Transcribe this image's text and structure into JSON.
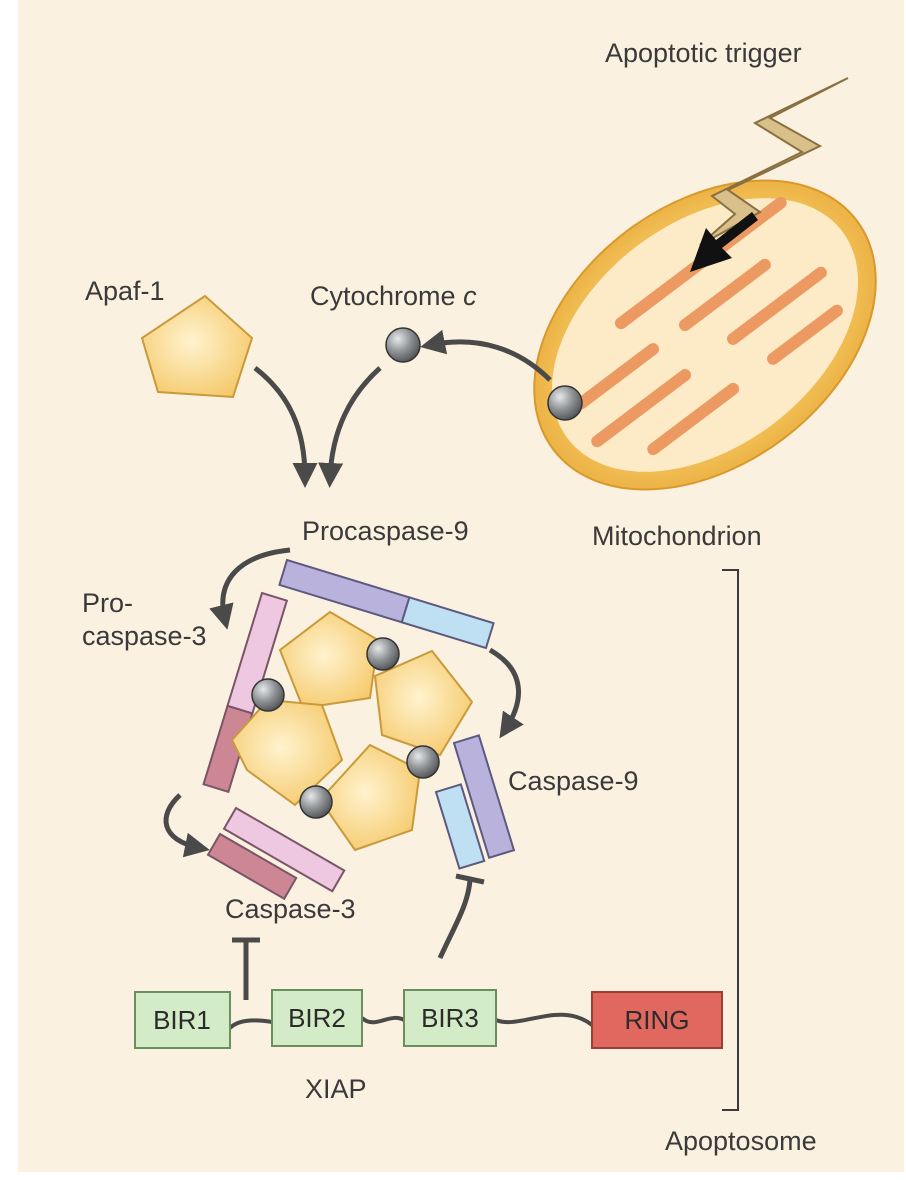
{
  "labels": {
    "apoptotic_trigger": "Apoptotic trigger",
    "apaf1": "Apaf-1",
    "cytochrome_main": "Cytochrome ",
    "cytochrome_italic": "c",
    "procaspase9": "Procaspase-9",
    "mitochondrion": "Mitochondrion",
    "procaspase3_line1": "Pro-",
    "procaspase3_line2": "caspase-3",
    "caspase9": "Caspase-9",
    "caspase3": "Caspase-3",
    "xiap": "XIAP",
    "apoptosome": "Apoptosome"
  },
  "xiap_domains": [
    {
      "label": "BIR1",
      "color": "#d3ebc7"
    },
    {
      "label": "BIR2",
      "color": "#d3ebc7"
    },
    {
      "label": "BIR3",
      "color": "#d3ebc7"
    },
    {
      "label": "RING",
      "color": "#e0685f"
    }
  ],
  "colors": {
    "background": "#fbf1e0",
    "apaf1_pentagon": "#f6cf7a",
    "mitochondrion_outer": "#f2be55",
    "mitochondrion_inner": "#fdebc8",
    "cristae": "#ec9a62",
    "cytochrome_ball": "#8a8d90",
    "procaspase9_segment": "#b8b2dc",
    "caspase9_segment": "#bfe0f2",
    "procaspase3_segment": "#edc8e0",
    "caspase3_segment": "#cc8694",
    "arrow": "#4a4a4a"
  }
}
